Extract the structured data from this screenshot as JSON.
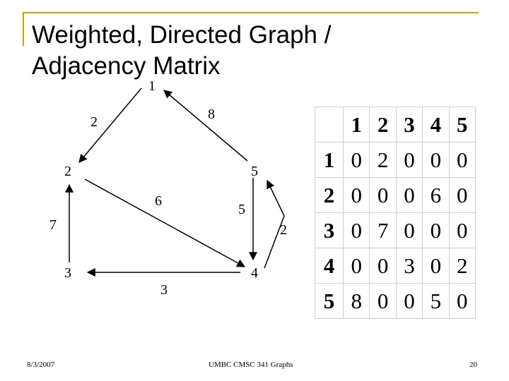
{
  "title": {
    "line1": "Weighted, Directed Graph /",
    "line2": "Adjacency Matrix"
  },
  "graph": {
    "nodes": [
      "1",
      "2",
      "3",
      "4",
      "5"
    ],
    "edges": [
      {
        "from": "1",
        "to": "2",
        "weight": "2"
      },
      {
        "from": "2",
        "to": "4",
        "weight": "6"
      },
      {
        "from": "3",
        "to": "2",
        "weight": "7"
      },
      {
        "from": "4",
        "to": "3",
        "weight": "3"
      },
      {
        "from": "4",
        "to": "5",
        "weight": "2"
      },
      {
        "from": "5",
        "to": "1",
        "weight": "8"
      },
      {
        "from": "5",
        "to": "4",
        "weight": "5"
      }
    ]
  },
  "matrix": {
    "col_headers": [
      "1",
      "2",
      "3",
      "4",
      "5"
    ],
    "row_headers": [
      "1",
      "2",
      "3",
      "4",
      "5"
    ],
    "rows": [
      [
        "0",
        "2",
        "0",
        "0",
        "0"
      ],
      [
        "0",
        "0",
        "0",
        "6",
        "0"
      ],
      [
        "0",
        "7",
        "0",
        "0",
        "0"
      ],
      [
        "0",
        "0",
        "3",
        "0",
        "2"
      ],
      [
        "8",
        "0",
        "0",
        "5",
        "0"
      ]
    ]
  },
  "footer": {
    "date": "8/3/2007",
    "center": "UMBC CMSC 341 Graphs",
    "page": "20"
  },
  "colors": {
    "frame_accent": "#c8a800",
    "matrix_grid": "#cfcfcf"
  }
}
